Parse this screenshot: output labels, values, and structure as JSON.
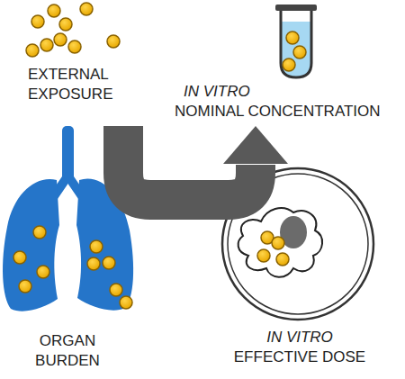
{
  "diagram": {
    "nodes": [
      {
        "text": [
          "EXTERNAL EXPOSURE"
        ]
      },
      {
        "text": [
          "IN VITRO",
          "NOMINAL CONCENTRATION"
        ]
      },
      {
        "text": [
          "ORGAN BURDEN"
        ]
      },
      {
        "text": [
          "IN VITRO",
          "EFFECTIVE DOSE"
        ]
      }
    ],
    "edges": [
      {
        "from": 0,
        "to": 1,
        "arrow": "to"
      }
    ]
  }
}
